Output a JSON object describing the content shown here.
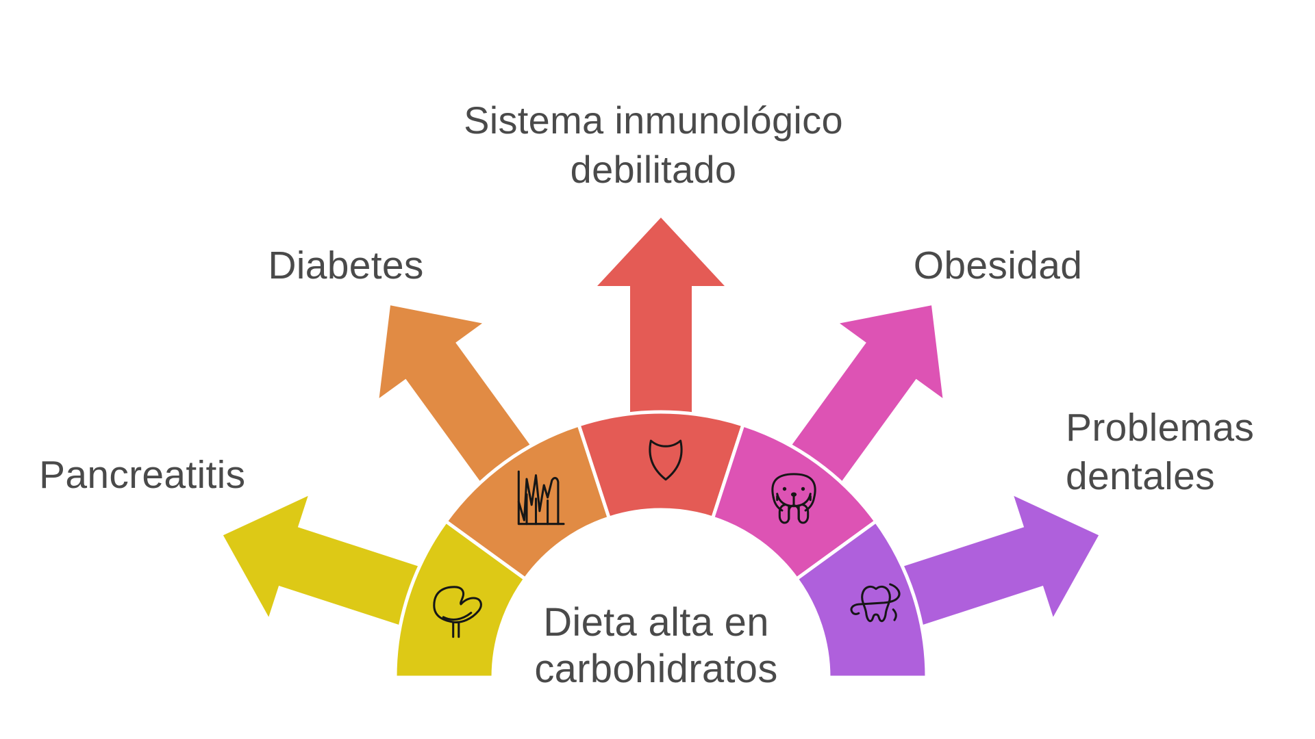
{
  "diagram": {
    "center_label": "Dieta alta en carbohidratos",
    "background_color": "#FFFFFF",
    "text_color": "#4A4A4A",
    "icon_stroke_color": "#161616",
    "segments": [
      {
        "label": "Pancreatitis",
        "color": "#DDC916",
        "icon": "liver-icon"
      },
      {
        "label": "Diabetes",
        "color": "#E18B44",
        "icon": "glucose-spike-chart-icon"
      },
      {
        "label": "Sistema inmunológico debilitado",
        "color": "#E45B55",
        "icon": "shield-icon"
      },
      {
        "label": "Obesidad",
        "color": "#DD53B4",
        "icon": "dog-face-icon"
      },
      {
        "label": "Problemas dentales",
        "color": "#AF60DC",
        "icon": "tooth-icon"
      }
    ]
  }
}
